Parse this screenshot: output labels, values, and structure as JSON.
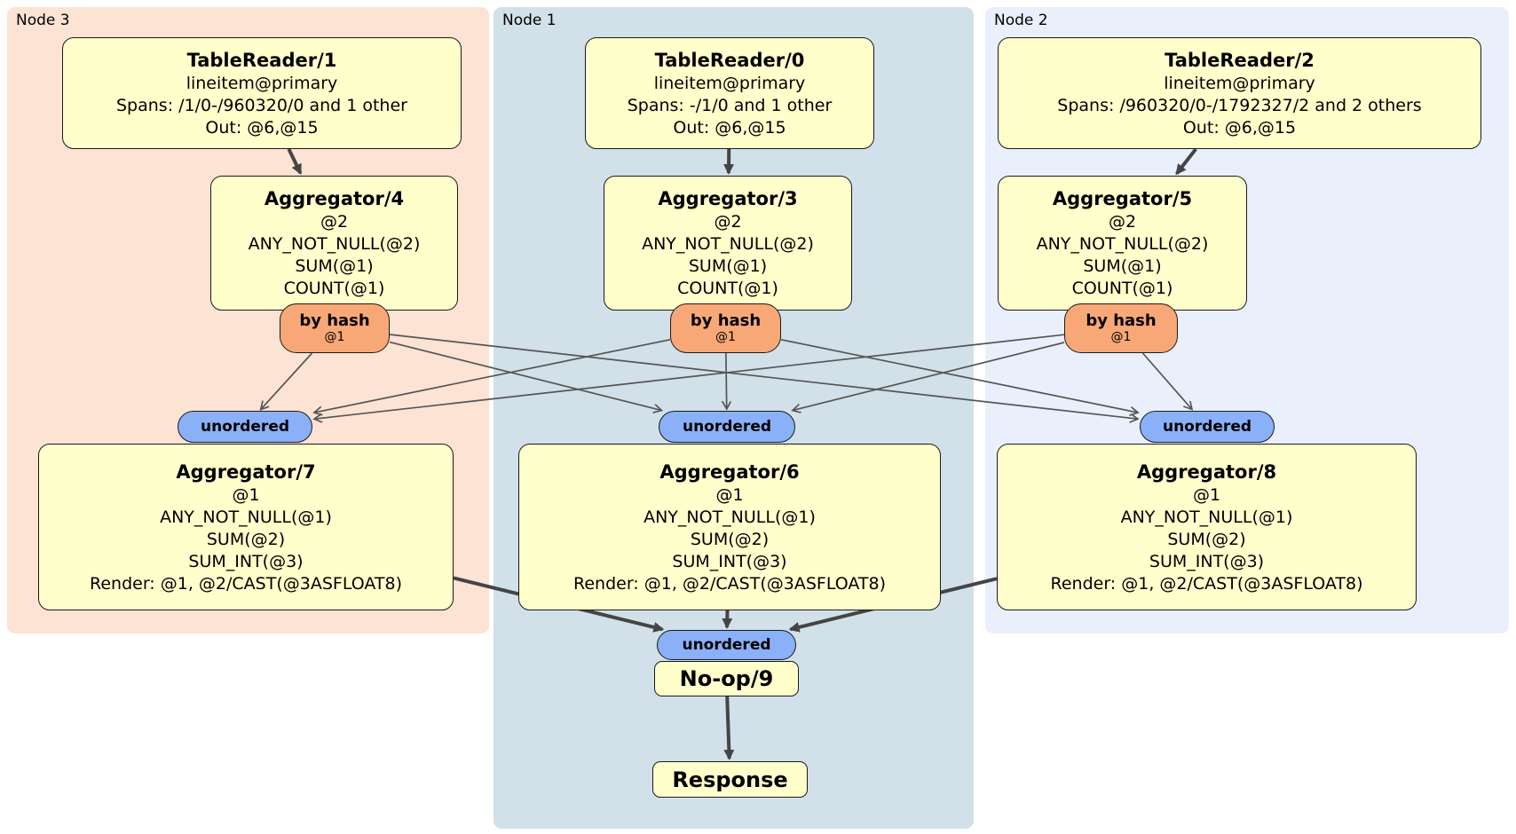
{
  "panels": {
    "node3": {
      "label": "Node 3"
    },
    "node1": {
      "label": "Node 1"
    },
    "node2": {
      "label": "Node 2"
    }
  },
  "nodes": {
    "tr1": {
      "title": "TableReader/1",
      "lines": [
        "lineitem@primary",
        "Spans: /1/0-/960320/0 and 1 other",
        "Out: @6,@15"
      ]
    },
    "tr0": {
      "title": "TableReader/0",
      "lines": [
        "lineitem@primary",
        "Spans: -/1/0 and 1 other",
        "Out: @6,@15"
      ]
    },
    "tr2": {
      "title": "TableReader/2",
      "lines": [
        "lineitem@primary",
        "Spans: /960320/0-/1792327/2 and 2 others",
        "Out: @6,@15"
      ]
    },
    "agg4": {
      "title": "Aggregator/4",
      "lines": [
        "@2",
        "ANY_NOT_NULL(@2)",
        "SUM(@1)",
        "COUNT(@1)"
      ]
    },
    "agg3": {
      "title": "Aggregator/3",
      "lines": [
        "@2",
        "ANY_NOT_NULL(@2)",
        "SUM(@1)",
        "COUNT(@1)"
      ]
    },
    "agg5": {
      "title": "Aggregator/5",
      "lines": [
        "@2",
        "ANY_NOT_NULL(@2)",
        "SUM(@1)",
        "COUNT(@1)"
      ]
    },
    "r4": {
      "title": "by hash",
      "sub": "@1"
    },
    "r3": {
      "title": "by hash",
      "sub": "@1"
    },
    "r5": {
      "title": "by hash",
      "sub": "@1"
    },
    "o7": {
      "label": "unordered"
    },
    "o6": {
      "label": "unordered"
    },
    "o8": {
      "label": "unordered"
    },
    "agg7": {
      "title": "Aggregator/7",
      "lines": [
        "@1",
        "ANY_NOT_NULL(@1)",
        "SUM(@2)",
        "SUM_INT(@3)",
        "Render: @1, @2/CAST(@3ASFLOAT8)"
      ]
    },
    "agg6": {
      "title": "Aggregator/6",
      "lines": [
        "@1",
        "ANY_NOT_NULL(@1)",
        "SUM(@2)",
        "SUM_INT(@3)",
        "Render: @1, @2/CAST(@3ASFLOAT8)"
      ]
    },
    "agg8": {
      "title": "Aggregator/8",
      "lines": [
        "@1",
        "ANY_NOT_NULL(@1)",
        "SUM(@2)",
        "SUM_INT(@3)",
        "Render: @1, @2/CAST(@3ASFLOAT8)"
      ]
    },
    "o9": {
      "label": "unordered"
    },
    "noop": {
      "title": "No-op/9"
    },
    "resp": {
      "title": "Response"
    }
  },
  "edges": {
    "thick": [
      {
        "from": "tr1",
        "to": "agg4"
      },
      {
        "from": "tr0",
        "to": "agg3"
      },
      {
        "from": "tr2",
        "to": "agg5"
      },
      {
        "from": "agg7",
        "to": "o9"
      },
      {
        "from": "agg6",
        "to": "o9"
      },
      {
        "from": "agg8",
        "to": "o9"
      },
      {
        "from": "noop",
        "to": "resp"
      }
    ],
    "thin": [
      {
        "from": "r4",
        "to": "o7"
      },
      {
        "from": "r4",
        "to": "o6"
      },
      {
        "from": "r4",
        "to": "o8"
      },
      {
        "from": "r3",
        "to": "o7"
      },
      {
        "from": "r3",
        "to": "o6"
      },
      {
        "from": "r3",
        "to": "o8"
      },
      {
        "from": "r5",
        "to": "o7"
      },
      {
        "from": "r5",
        "to": "o6"
      },
      {
        "from": "r5",
        "to": "o8"
      }
    ]
  },
  "colors": {
    "processor_fill": "#ffffcc",
    "router_fill": "#f8a876",
    "sync_fill": "#8ab0f8",
    "node3_bg": "#fce3d4",
    "node1_bg": "#d2e0e9",
    "node2_bg": "#eaf0fb",
    "edge": "#555555",
    "edge_thick": "#454545"
  }
}
